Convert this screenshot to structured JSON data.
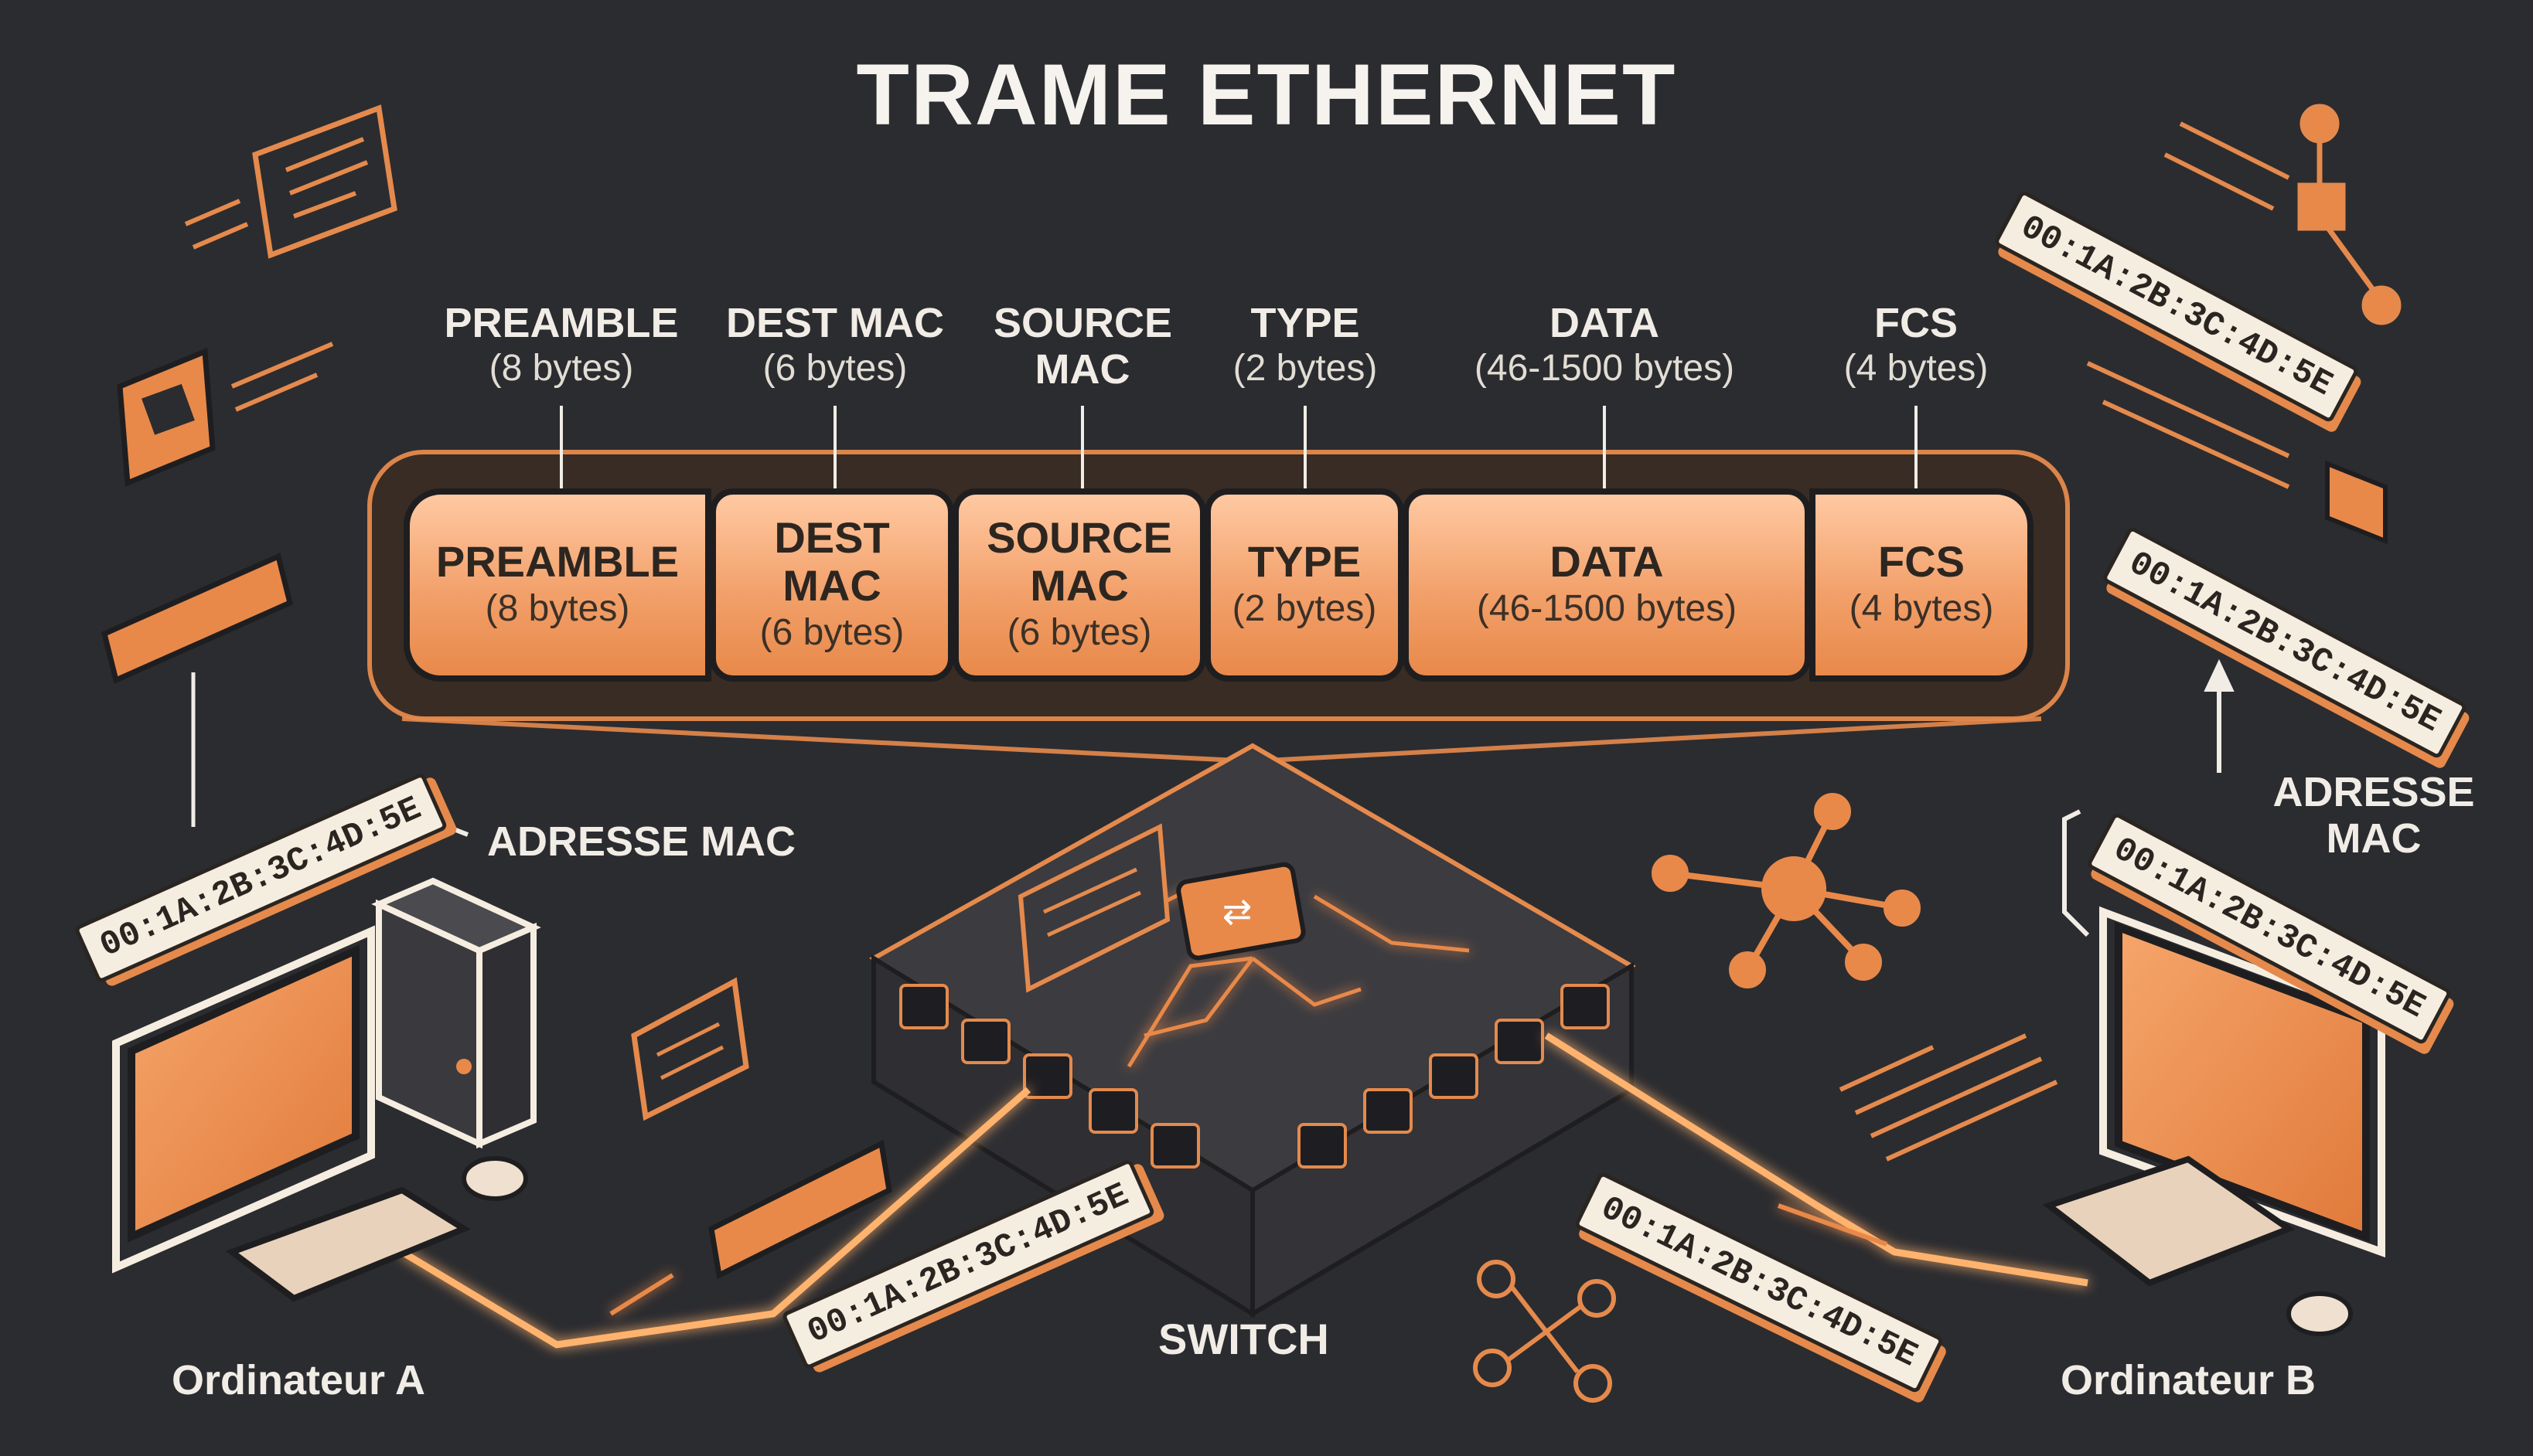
{
  "title": "TRAME ETHERNET",
  "frame_fields": [
    {
      "name": "PREAMBLE",
      "size": "(8 bytes)",
      "header_name": "PREAMBLE"
    },
    {
      "name": "DEST MAC",
      "size": "(6 bytes)",
      "header_name": "DEST MAC"
    },
    {
      "name": "SOURCE MAC",
      "size": "(6 bytes)",
      "header_name": "SOURCE MAC"
    },
    {
      "name": "TYPE",
      "size": "(2 bytes)",
      "header_name": "TYPE"
    },
    {
      "name": "DATA",
      "size": "(46-1500 bytes)",
      "header_name": "DATA"
    },
    {
      "name": "FCS",
      "size": "(4 bytes)",
      "header_name": "FCS"
    }
  ],
  "labels": {
    "computer_a": "Ordinateur A",
    "computer_b": "Ordinateur B",
    "switch": "SWITCH",
    "mac_address_left": "ADRESSE MAC",
    "mac_address_right_line1": "ADRESSE",
    "mac_address_right_line2": "MAC"
  },
  "mac_tags": [
    "00:1A:2B:3C:4D:5E",
    "00:1A:2B:3C:4D:5E",
    "00:1A:2B:3C:4D:5E",
    "00:1A:2B:3C:4D:5E",
    "00:1A:2B:3C:4D:5E",
    "00:1A:2B:3C:4D:5E"
  ],
  "colors": {
    "background": "#2b2c30",
    "accent": "#e8894a",
    "glow": "#ffb36e",
    "outline": "#1e1e20",
    "text": "#f1ede6"
  },
  "icons": [
    "document-icon",
    "ethernet-port-icon",
    "cable-plug-icon",
    "computer-icon",
    "keyboard-icon",
    "mouse-icon",
    "network-hub-icon",
    "node-graph-icon",
    "folder-icon",
    "switch-icon"
  ]
}
